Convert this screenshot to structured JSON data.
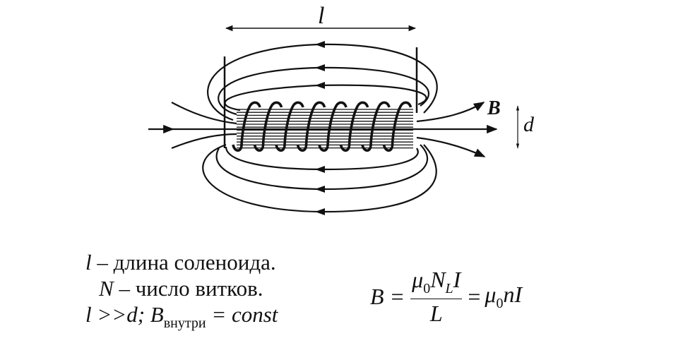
{
  "diagram": {
    "length_label": "l",
    "field_label": "B",
    "diameter_label": "d",
    "coil_turns_drawn": 8
  },
  "notes": {
    "line1_symbol": "l",
    "line1_text": " – длина соленоида.",
    "line2_symbol": "N",
    "line2_text": " – число витков.",
    "line3_cond": "l >>d; B",
    "line3_sub": "внутри",
    "line3_rest": " = const"
  },
  "formula": {
    "lhs": "B =",
    "num_mu": "μ",
    "num_mu_sub": "0",
    "num_N": "N",
    "num_N_sub": "L",
    "num_I": "I",
    "den": "L",
    "eq": "=",
    "rhs_mu": "μ",
    "rhs_mu_sub": "0",
    "rhs_rest": "nI"
  }
}
